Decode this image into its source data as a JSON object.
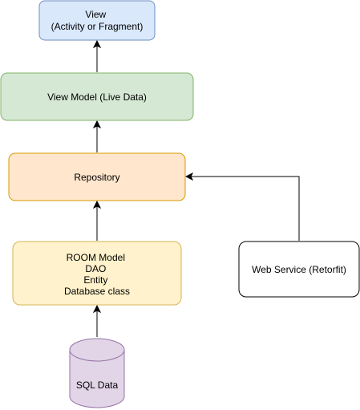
{
  "nodes": {
    "view": {
      "lines": [
        "View",
        "(Activity or Fragment)"
      ],
      "fill": "#dae8fc",
      "stroke": "#6c8ebf"
    },
    "view_model": {
      "lines": [
        "View Model (Live Data)"
      ],
      "fill": "#d5e8d4",
      "stroke": "#82b366"
    },
    "repository": {
      "lines": [
        "Repository"
      ],
      "fill": "#ffe6cc",
      "stroke": "#d79b00"
    },
    "room_model": {
      "lines": [
        "ROOM Model",
        "DAO",
        "Entity",
        "Database class"
      ],
      "fill": "#fff2cc",
      "stroke": "#d6b656"
    },
    "web_service": {
      "lines": [
        "Web Service (Retorfit)"
      ],
      "fill": "#ffffff",
      "stroke": "#000000"
    },
    "sql_data": {
      "lines": [
        "SQL Data"
      ],
      "fill": "#e1d5e7",
      "stroke": "#9673a6"
    }
  }
}
